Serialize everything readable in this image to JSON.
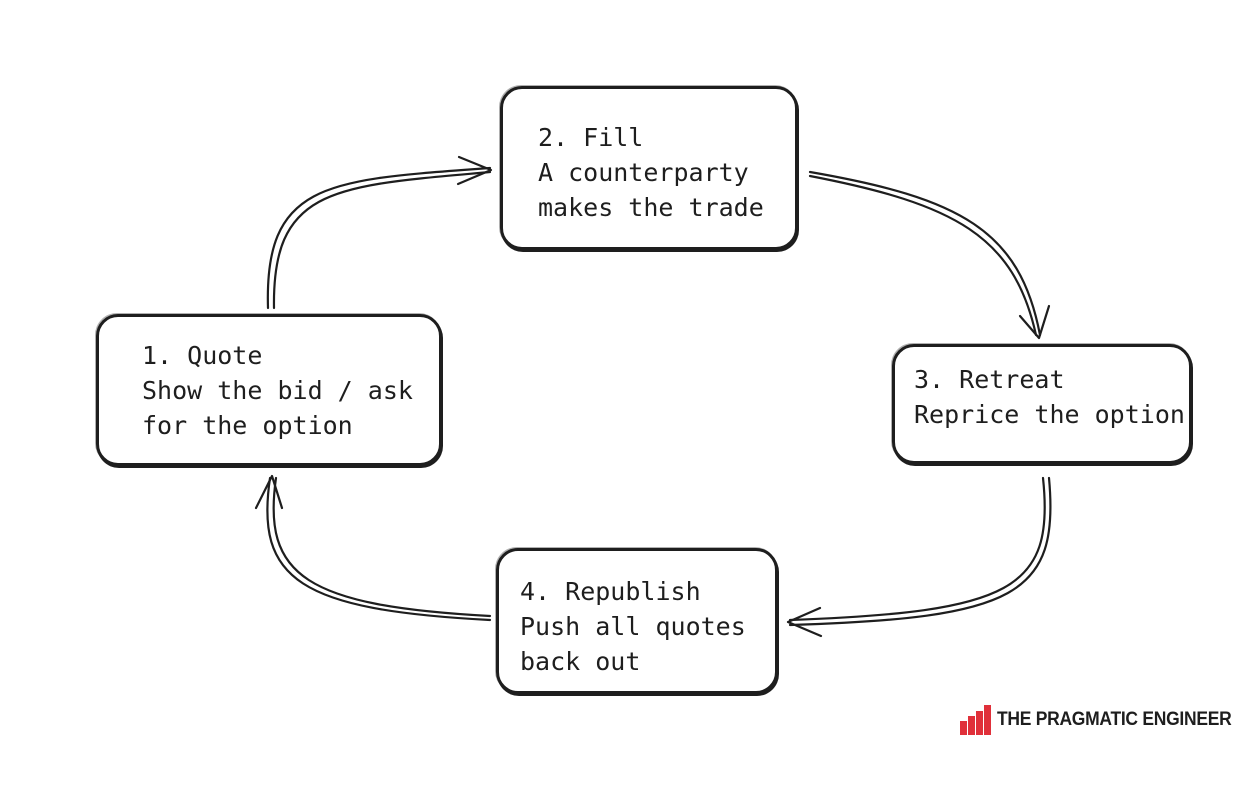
{
  "nodes": [
    {
      "id": "quote",
      "title": "1. Quote",
      "lines": [
        "Show the bid / ask",
        "for the option"
      ]
    },
    {
      "id": "fill",
      "title": "2. Fill",
      "lines": [
        "A counterparty",
        "makes the trade"
      ]
    },
    {
      "id": "retreat",
      "title": "3. Retreat",
      "lines": [
        "Reprice the option"
      ]
    },
    {
      "id": "republish",
      "title": "4. Republish",
      "lines": [
        "Push all quotes",
        "back out"
      ]
    }
  ],
  "edges": [
    {
      "from": "quote",
      "to": "fill"
    },
    {
      "from": "fill",
      "to": "retreat"
    },
    {
      "from": "retreat",
      "to": "republish"
    },
    {
      "from": "republish",
      "to": "quote"
    }
  ],
  "brand": {
    "name": "THE PRAGMATIC ENGINEER",
    "logo_color": "#e0303a"
  },
  "colors": {
    "stroke": "#1e1e1e",
    "background": "#ffffff"
  }
}
